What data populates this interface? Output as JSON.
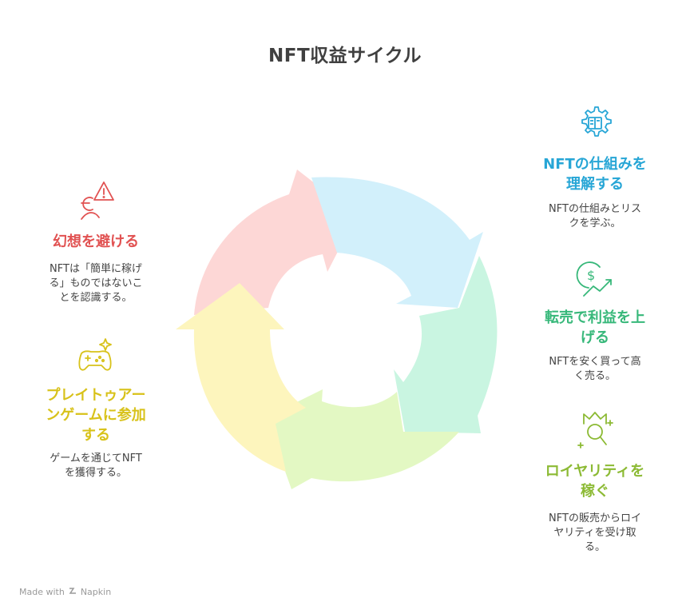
{
  "title": "NFT収益サイクル",
  "colors": {
    "learn": "#27a6d6",
    "profit": "#37b87a",
    "royalty": "#8cba34",
    "play": "#d8c21a",
    "avoid": "#e15252",
    "seg_blue": "#cfeffc",
    "seg_teal": "#c9f5e1",
    "seg_green": "#e3f8c3",
    "seg_yellow": "#fdf5bd",
    "seg_red": "#fdd7d6"
  },
  "steps": [
    {
      "id": "learn",
      "icon": "gear-book-icon",
      "heading": [
        "NFTの仕組みを",
        "理解する"
      ],
      "desc": [
        "NFTの仕組みとリス",
        "クを学ぶ。"
      ]
    },
    {
      "id": "profit",
      "icon": "dollar-growth-icon",
      "heading": [
        "転売で利益を上",
        "げる"
      ],
      "desc": [
        "NFTを安く買って高",
        "く売る。"
      ]
    },
    {
      "id": "royalty",
      "icon": "crown-search-icon",
      "heading": [
        "ロイヤリティを",
        "稼ぐ"
      ],
      "desc": [
        "NFTの販売からロイ",
        "ヤリティを受け取",
        "る。"
      ]
    },
    {
      "id": "play",
      "icon": "game-controller-icon",
      "heading": [
        "プレイトゥアー",
        "ンゲームに参加",
        "する"
      ],
      "desc": [
        "ゲームを通じてNFT",
        "を獲得する。"
      ]
    },
    {
      "id": "avoid",
      "icon": "warning-person-icon",
      "heading": [
        "幻想を避ける"
      ],
      "desc": [
        "NFTは「簡単に稼げ",
        "る」ものではないこ",
        "とを認識する。"
      ]
    }
  ],
  "footer": {
    "made_with": "Made with",
    "brand": "Napkin"
  }
}
